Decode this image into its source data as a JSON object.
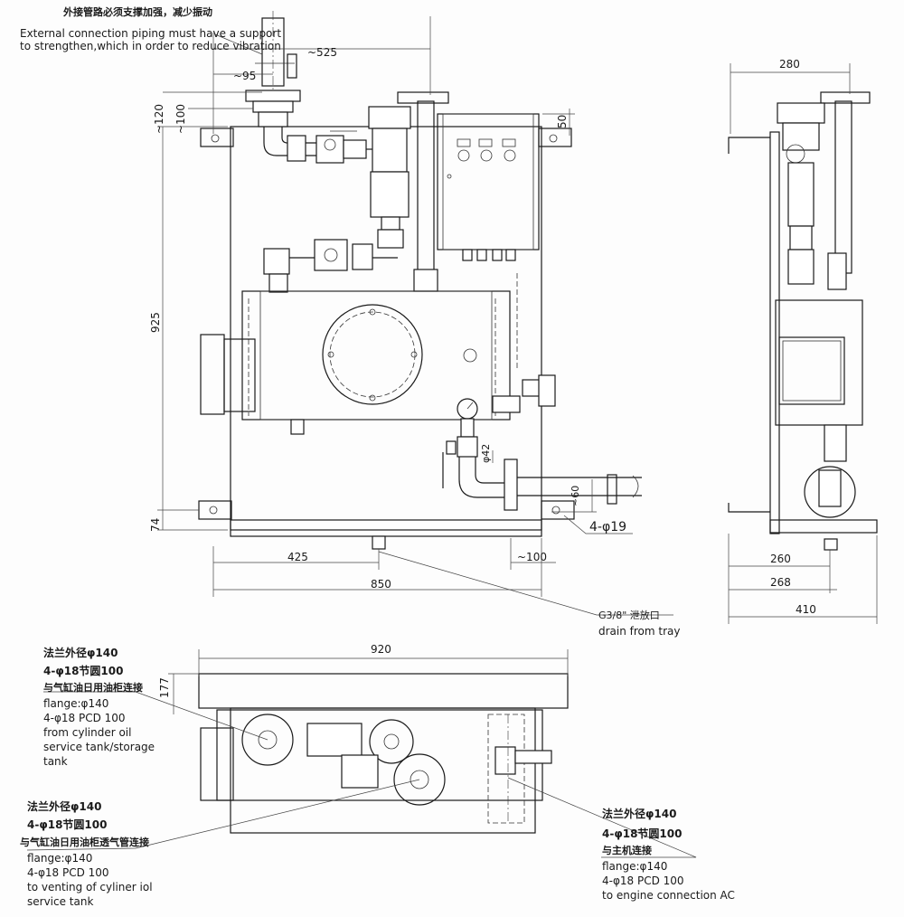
{
  "notes": {
    "support_cn": "外接管路必须支撑加强，减少振动",
    "support_en_1": "External connection piping must have a support",
    "support_en_2": "to strengthen,which in order to reduce vibration",
    "drain_cn": "G3/8\" 泄放口",
    "drain_en": "drain from tray"
  },
  "dimensions": {
    "d525": "~525",
    "d95": "~95",
    "d120": "~120",
    "d100_top": "~100",
    "d50": "50",
    "d925": "925",
    "d74": "74",
    "d425": "425",
    "d850": "850",
    "d100_bottom": "~100",
    "d42": "φ42",
    "d60": "~60",
    "holes": "4-φ19",
    "d280": "280",
    "d260": "260",
    "d268": "268",
    "d410": "410",
    "d920": "920",
    "d177": "177"
  },
  "callouts": {
    "cylinder_tank": {
      "cn1": "法兰外径φ140",
      "cn2": "4-φ18节圆100",
      "cn3": "与气缸油日用油柜连接",
      "en1": "flange:φ140",
      "en2": "4-φ18 PCD 100",
      "en3": "from cylinder oil",
      "en4": "service tank/storage",
      "en5": "tank"
    },
    "venting": {
      "cn1": "法兰外径φ140",
      "cn2": "4-φ18节圆100",
      "cn3": "与气缸油日用油柜透气管连接",
      "en1": "flange:φ140",
      "en2": "4-φ18 PCD 100",
      "en3": "to venting of cyliner iol",
      "en4": "service tank"
    },
    "engine": {
      "cn1": "法兰外径φ140",
      "cn2": "4-φ18节圆100",
      "cn3": "与主机连接",
      "en1": "flange:φ140",
      "en2": "4-φ18 PCD 100",
      "en3": "to engine connection AC"
    }
  }
}
